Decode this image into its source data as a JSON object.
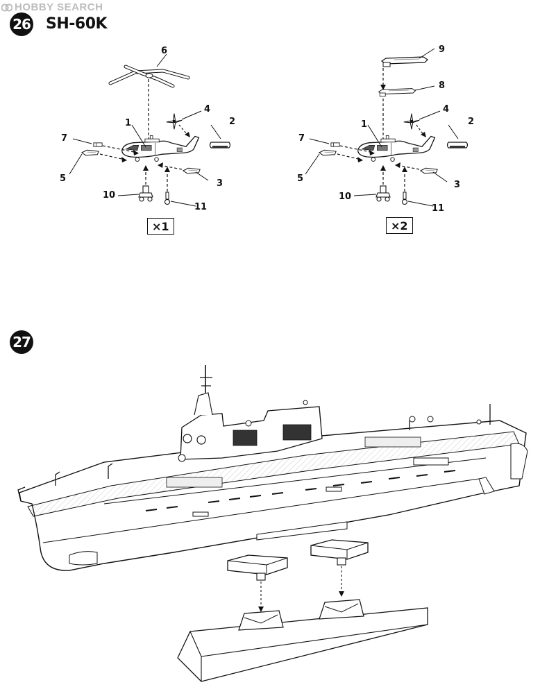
{
  "watermark": {
    "text": "HOBBY SEARCH"
  },
  "step26": {
    "number": "26",
    "title": "SH-60K",
    "left_assembly": {
      "labels": {
        "p1": "1",
        "p2": "2",
        "p3": "3",
        "p4": "4",
        "p5": "5",
        "p6": "6",
        "p7": "7",
        "p10": "10",
        "p11": "11"
      },
      "quantity": "×1"
    },
    "right_assembly": {
      "labels": {
        "p1": "1",
        "p2": "2",
        "p3": "3",
        "p4": "4",
        "p5": "5",
        "p7": "7",
        "p8": "8",
        "p9": "9",
        "p10": "10",
        "p11": "11"
      },
      "quantity": "×2"
    }
  },
  "step27": {
    "number": "27"
  }
}
